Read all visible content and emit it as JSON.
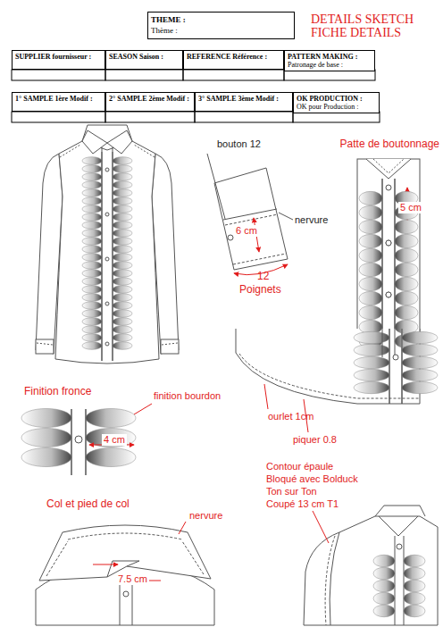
{
  "diagram": {
    "title": "DETAILS SKETCH FICHE DETAILS",
    "nodes": [
      {
        "text": [
          "THEME :",
          "Thème :"
        ]
      },
      {
        "text": [
          "SUPPLIER fournisseur :"
        ]
      },
      {
        "text": [
          "SEASON Saison :"
        ]
      },
      {
        "text": [
          "REFERENCE Référence :"
        ]
      },
      {
        "text": [
          "PATTERN MAKING :",
          "Patronage de base :"
        ]
      },
      {
        "text": [
          "1° SAMPLE 1ère Modif :"
        ]
      },
      {
        "text": [
          "2° SAMPLE 2ème Modif :"
        ]
      },
      {
        "text": [
          "3° SAMPLE 3ème Modif :"
        ]
      },
      {
        "text": [
          "OK PRODUCTION :",
          "OK pour Production :"
        ]
      }
    ],
    "labels": [
      "bouton 12",
      "nervure",
      "6 cm",
      "12",
      "Poignets",
      "Patte de boutonnage",
      "5 cm",
      "Finition fronce",
      "finition bourdon",
      "4 cm",
      "ourlet 1cm",
      "piquer 0.8",
      "Col et pied de col",
      "nervure",
      "7.5 cm",
      "Contour épaule",
      "Bloqué avec Bolduck",
      "Ton sur Ton",
      "Coupé 13 cm T1"
    ]
  }
}
